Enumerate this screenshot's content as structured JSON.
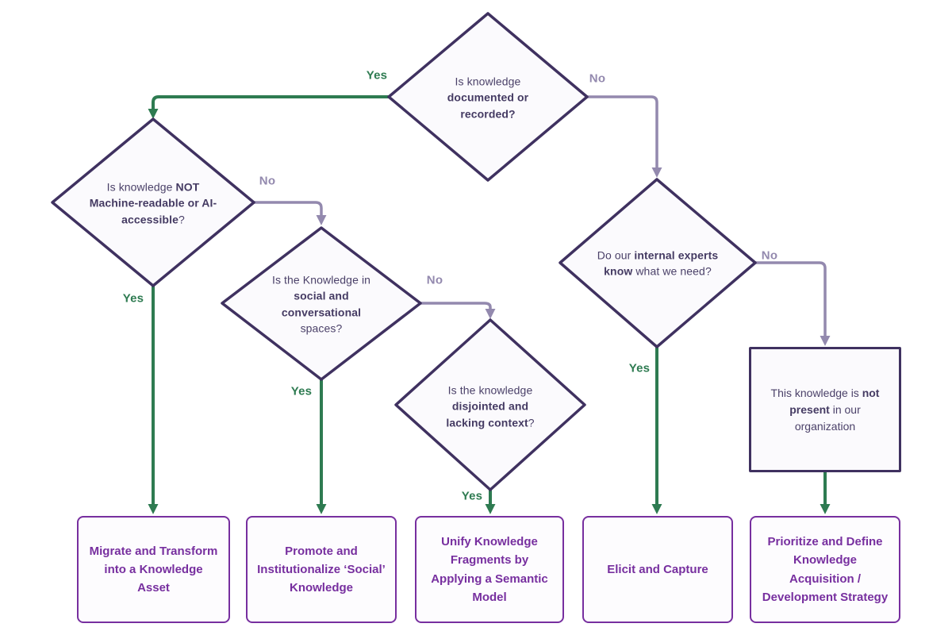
{
  "title": "Knowledge decision flowchart",
  "palette": {
    "yes_green": "#2e7b51",
    "no_purple": "#9389ae",
    "diamond_border": "#3f3160",
    "diamond_fill": "#fbfafd",
    "diamond_text": "#4b4169",
    "outcome_purple": "#772f9f",
    "background": "#ffffff"
  },
  "labels": {
    "yes": "Yes",
    "no": "No"
  },
  "nodes": {
    "documented": {
      "pre": "Is knowledge ",
      "bold": "documented or recorded",
      "post": "?"
    },
    "machine_readable": {
      "pre": "Is knowledge ",
      "bold": "NOT Machine-readable or AI-accessible",
      "post": "?"
    },
    "social": {
      "pre": "Is the Knowledge in ",
      "bold": "social and conversational",
      "post": " spaces?"
    },
    "disjointed": {
      "pre": "Is the knowledge ",
      "bold": "disjointed and lacking context",
      "post": "?"
    },
    "experts": {
      "pre": "Do our ",
      "bold": "internal experts know",
      "post": " what we need?"
    },
    "not_present": {
      "pre": "This knowledge is ",
      "bold": "not present",
      "post": " in our organization"
    }
  },
  "outcomes": [
    "Migrate and Transform into a Knowledge Asset",
    "Promote and Institutionalize ‘Social’ Knowledge",
    "Unify Knowledge Fragments by Applying a Semantic Model",
    "Elicit and Capture",
    "Prioritize and Define Knowledge Acquisition / Development Strategy"
  ]
}
